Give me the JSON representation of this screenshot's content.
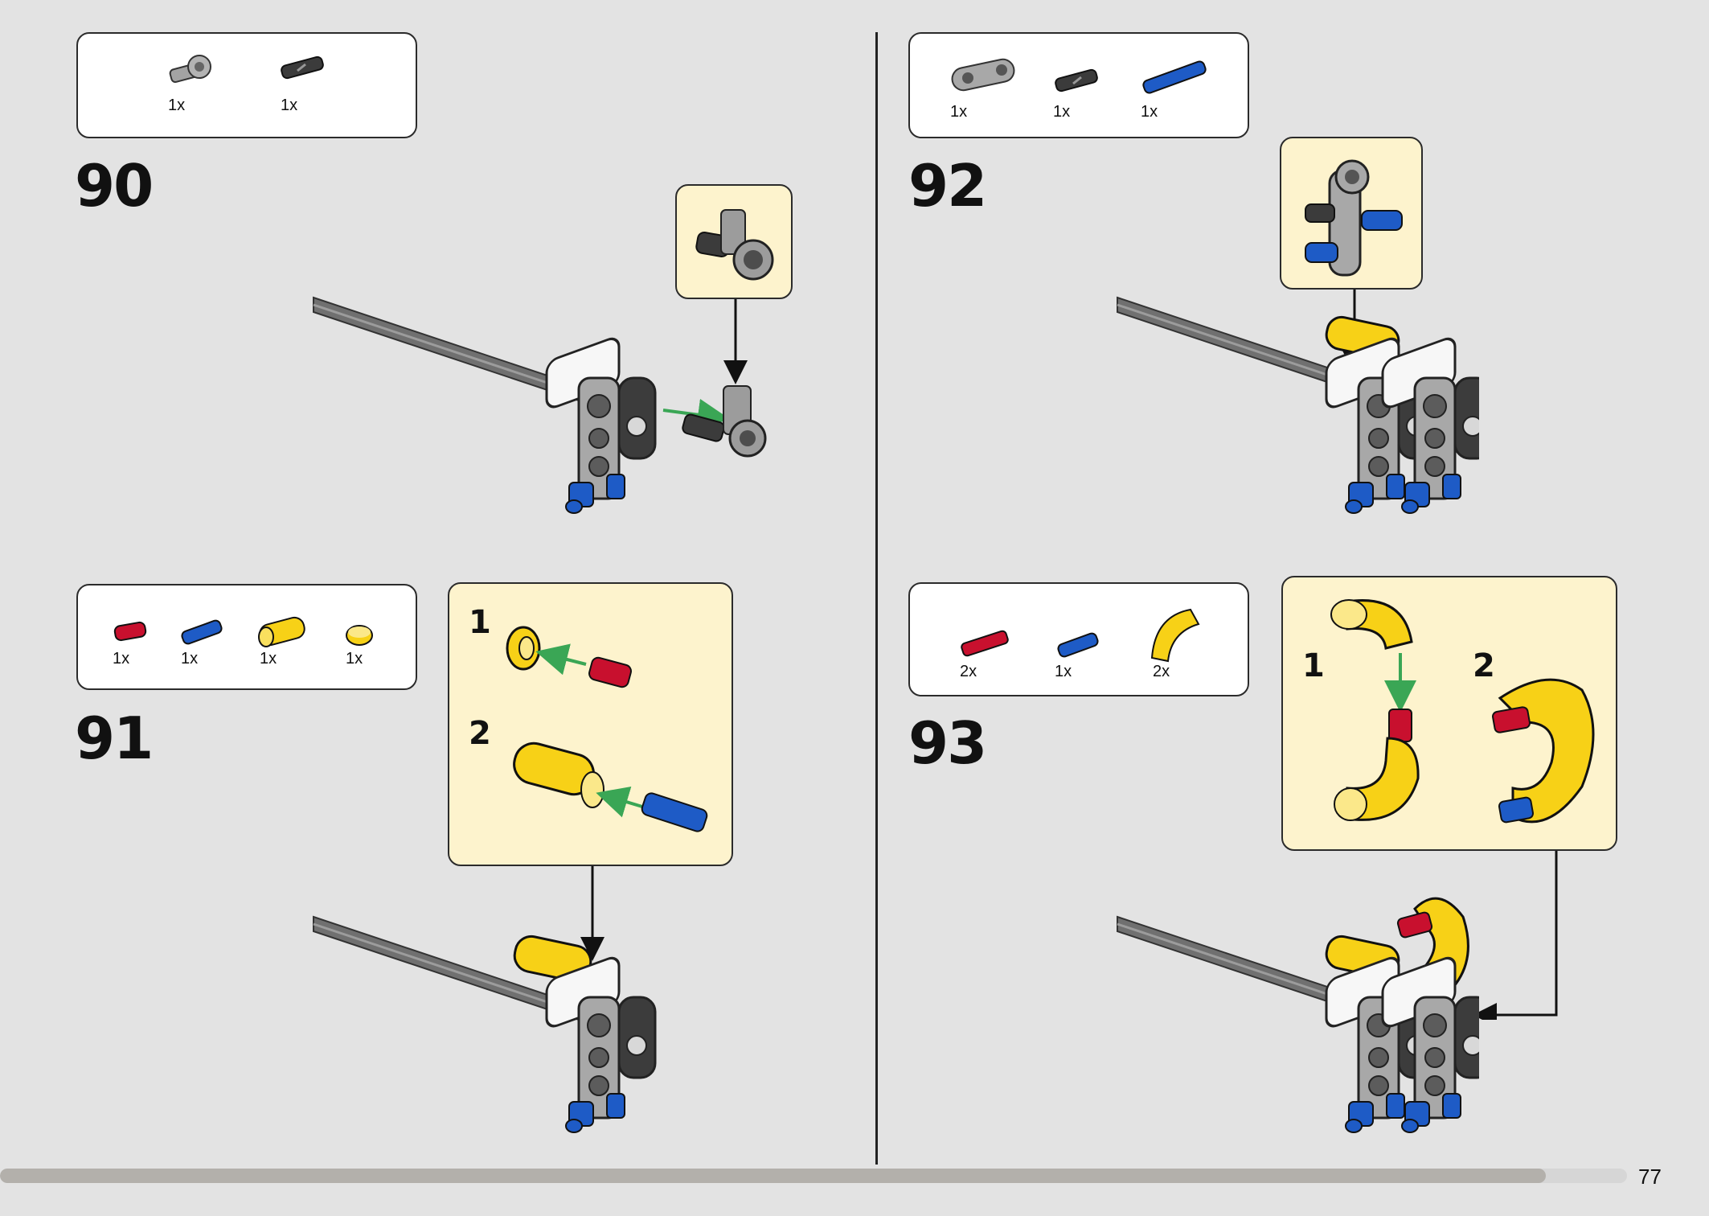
{
  "steps": [
    {
      "number": "90",
      "parts": [
        {
          "qty": "1x",
          "icon": "gray-axle-connector-icon"
        },
        {
          "qty": "1x",
          "icon": "black-pin-icon"
        }
      ]
    },
    {
      "number": "91",
      "parts": [
        {
          "qty": "1x",
          "icon": "red-pin-icon"
        },
        {
          "qty": "1x",
          "icon": "blue-axle-pin-icon"
        },
        {
          "qty": "1x",
          "icon": "yellow-tube-icon"
        },
        {
          "qty": "1x",
          "icon": "yellow-bush-icon"
        }
      ],
      "substeps": [
        "1",
        "2"
      ]
    },
    {
      "number": "92",
      "parts": [
        {
          "qty": "1x",
          "icon": "gray-beam-icon"
        },
        {
          "qty": "1x",
          "icon": "black-pin-icon"
        },
        {
          "qty": "1x",
          "icon": "blue-long-pin-icon"
        }
      ]
    },
    {
      "number": "93",
      "parts": [
        {
          "qty": "2x",
          "icon": "red-axle-icon"
        },
        {
          "qty": "1x",
          "icon": "blue-axle-pin-icon"
        },
        {
          "qty": "2x",
          "icon": "yellow-curved-tube-icon"
        }
      ],
      "substeps": [
        "1",
        "2"
      ]
    }
  ],
  "page": {
    "number": "77",
    "progress_fraction": 0.95
  },
  "colors": {
    "background": "#e3e3e3",
    "callout": "#fdf3cd",
    "lego_yellow": "#f7d117",
    "lego_blue": "#1e5bc6",
    "lego_red": "#c8102e",
    "lego_gray": "#9a9a9a",
    "arrow_green": "#3aa655"
  }
}
